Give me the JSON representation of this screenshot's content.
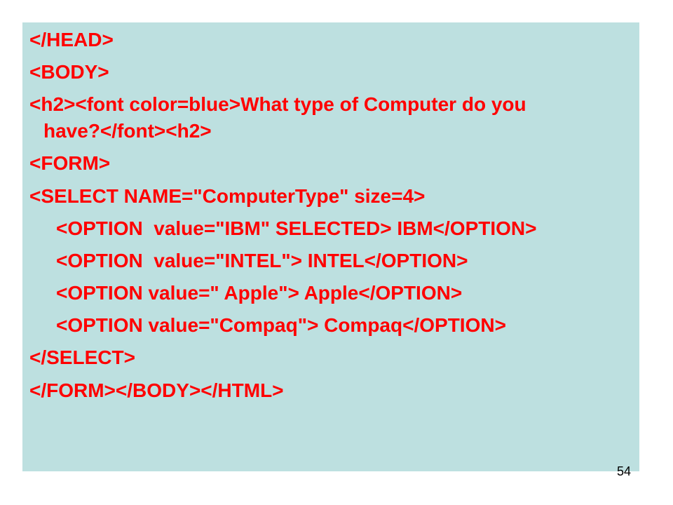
{
  "slide": {
    "background_color": "#bde0e0",
    "text_color": "#ff0000",
    "lines": [
      "</HEAD>",
      "<BODY>",
      "<h2><font color=blue>What type of Computer do you",
      "have?</font><h2>",
      "<FORM>",
      "<SELECT NAME=\"ComputerType\" size=4>",
      "<OPTION  value=\"IBM\" SELECTED> IBM</OPTION>",
      "<OPTION  value=\"INTEL\"> INTEL</OPTION>",
      "<OPTION value=\" Apple\"> Apple</OPTION>",
      "<OPTION value=\"Compaq\"> Compaq</OPTION>",
      "</SELECT>",
      "</FORM></BODY></HTML>"
    ],
    "page_number": "54"
  }
}
